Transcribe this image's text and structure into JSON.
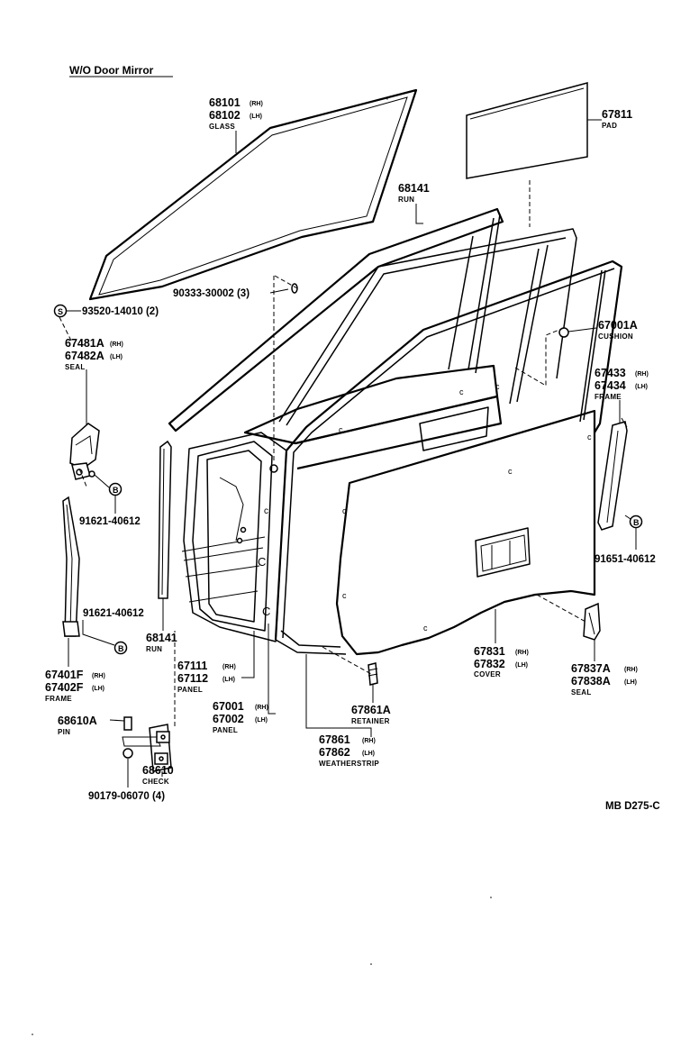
{
  "header": {
    "title": "W/O Door Mirror"
  },
  "parts": {
    "glass": {
      "num1": "68101",
      "sfx1": "(RH)",
      "num2": "68102",
      "sfx2": "(LH)",
      "name": "GLASS"
    },
    "pad": {
      "num": "67811",
      "name": "PAD"
    },
    "run_upper": {
      "num": "68141",
      "name": "RUN"
    },
    "screw_glass": {
      "num": "90333-30002 (3)"
    },
    "clip_93520": {
      "num": "93520-14010 (2)"
    },
    "cushion": {
      "num": "67001A",
      "name": "CUSHION"
    },
    "seal_upper": {
      "num1": "67481A",
      "sfx1": "(RH)",
      "num2": "67482A",
      "sfx2": "(LH)",
      "name": "SEAL"
    },
    "frame_rear": {
      "num1": "67433",
      "sfx1": "(RH)",
      "num2": "67434",
      "sfx2": "(LH)",
      "name": "FRAME"
    },
    "bolt_left_upper": {
      "num": "91621-40612"
    },
    "bolt_right": {
      "num": "91651-40612"
    },
    "bolt_left_lower": {
      "num": "91621-40612"
    },
    "run_lower": {
      "num": "68141",
      "name": "RUN"
    },
    "panel_inner": {
      "num1": "67111",
      "sfx1": "(RH)",
      "num2": "67112",
      "sfx2": "(LH)",
      "name": "PANEL"
    },
    "frame_front": {
      "num1": "67401F",
      "sfx1": "(RH)",
      "num2": "67402F",
      "sfx2": "(LH)",
      "name": "FRAME"
    },
    "cover": {
      "num1": "67831",
      "sfx1": "(RH)",
      "num2": "67832",
      "sfx2": "(LH)",
      "name": "COVER"
    },
    "seal_lower": {
      "num1": "67837A",
      "sfx1": "(RH)",
      "num2": "67838A",
      "sfx2": "(LH)",
      "name": "SEAL"
    },
    "panel_door": {
      "num1": "67001",
      "sfx1": "(RH)",
      "num2": "67002",
      "sfx2": "(LH)",
      "name": "PANEL"
    },
    "retainer": {
      "num": "67861A",
      "name": "RETAINER"
    },
    "pin": {
      "num": "68610A",
      "name": "PIN"
    },
    "weatherstrip": {
      "num1": "67861",
      "sfx1": "(RH)",
      "num2": "67862",
      "sfx2": "(LH)",
      "name": "WEATHERSTRIP"
    },
    "check": {
      "num": "68610",
      "name": "CHECK"
    },
    "bolt_check": {
      "num": "90179-06070 (4)"
    }
  },
  "markers": {
    "s_mark": "S",
    "b_mark": "B"
  },
  "footer": {
    "code": "MB D275-C"
  }
}
